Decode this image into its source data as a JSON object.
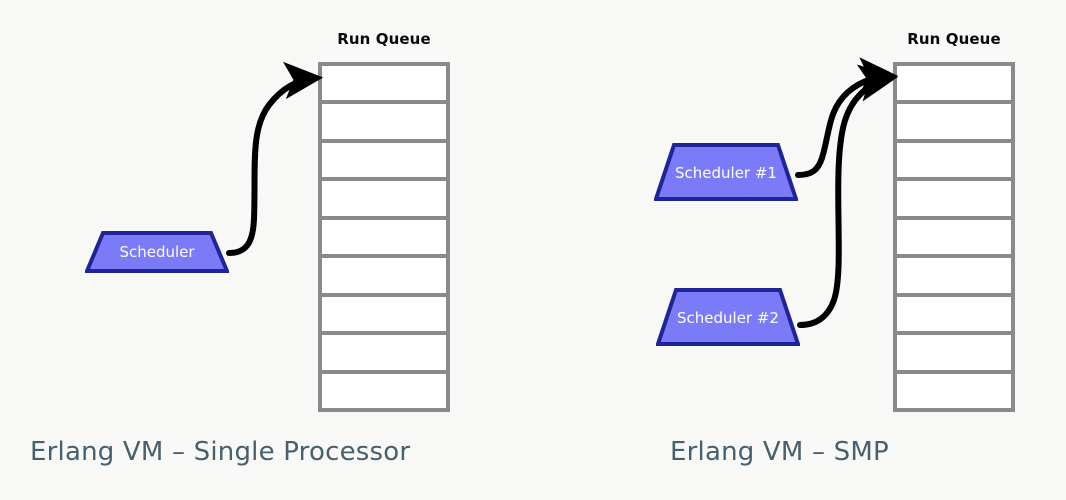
{
  "background_color": "#f8f8f7",
  "colors": {
    "scheduler_fill": "#7b7bf7",
    "scheduler_border": "#1f2496",
    "scheduler_text": "#ffffff",
    "queue_border": "#8a8a8a",
    "queue_cell_fill": "#ffffff",
    "arrow": "#000000",
    "queue_title_text": "#0a0a0a",
    "caption_text": "#47606e"
  },
  "diagrams": [
    {
      "id": "single-processor",
      "caption": "Erlang VM – Single Processor",
      "queue": {
        "title": "Run Queue",
        "cell_count": 9,
        "cells": [
          "",
          "",
          "",
          "",
          "",
          "",
          "",
          "",
          ""
        ]
      },
      "schedulers": [
        {
          "id": "scheduler",
          "label": "Scheduler"
        }
      ],
      "arrows": [
        {
          "id": "scheduler-to-queue",
          "from": "scheduler",
          "to": "run-queue-head",
          "style": "curved",
          "head": "filled-triangle"
        }
      ]
    },
    {
      "id": "smp",
      "caption": "Erlang VM – SMP",
      "queue": {
        "title": "Run Queue",
        "cell_count": 9,
        "cells": [
          "",
          "",
          "",
          "",
          "",
          "",
          "",
          "",
          ""
        ]
      },
      "schedulers": [
        {
          "id": "scheduler-1",
          "label": "Scheduler #1"
        },
        {
          "id": "scheduler-2",
          "label": "Scheduler #2"
        }
      ],
      "arrows": [
        {
          "id": "scheduler-1-to-queue",
          "from": "scheduler-1",
          "to": "run-queue-head",
          "style": "curved",
          "head": "filled-triangle"
        },
        {
          "id": "scheduler-2-to-queue",
          "from": "scheduler-2",
          "to": "run-queue-head",
          "style": "curved",
          "head": "filled-triangle"
        }
      ]
    }
  ]
}
